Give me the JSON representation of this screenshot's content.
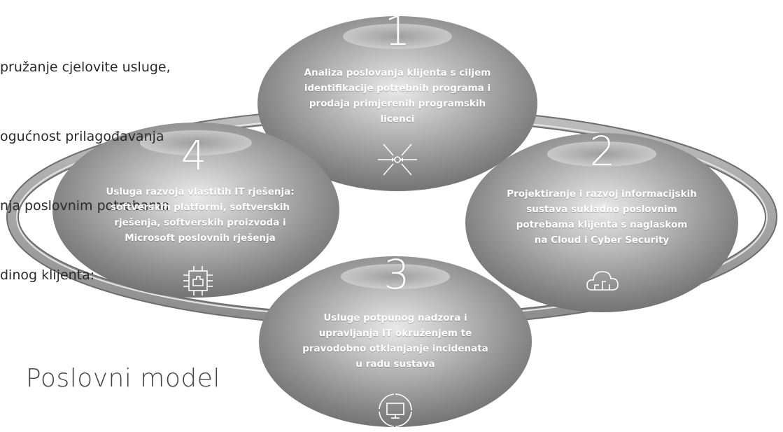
{
  "intro_text": [
    "pružanje cjelovite usluge,",
    "ogućnost prilagođavanja",
    "nja poslovnim potrebama",
    "dinog klijenta:"
  ],
  "caption": "Poslovni model",
  "steps": [
    {
      "number": "1",
      "lines": [
        "Analiza poslovanja klijenta s ciljem",
        "identifikacije potrebnih programa i",
        "prodaja primjerenih programskih",
        "licenci"
      ],
      "icon": "arrows-converge-icon"
    },
    {
      "number": "2",
      "lines": [
        "Projektiranje i razvoj informacijskih",
        "sustava sukladno poslovnim",
        "potrebama klijenta s naglaskom",
        "na Cloud i Cyber Security"
      ],
      "icon": "cloud-circuit-icon"
    },
    {
      "number": "3",
      "lines": [
        "Usluge potpunog nadzora i",
        "upravljanja IT okruženjem te",
        "pravodobno otklanjanje incidenata",
        "u radu sustava"
      ],
      "icon": "monitor-cycle-icon"
    },
    {
      "number": "4",
      "lines": [
        "Usluga razvoja vlastitih IT rješenja:",
        "softverskih platformi, softverskih",
        "rješenja, softverskih proizvoda i",
        "Microsoft poslovnih rješenja"
      ],
      "icon": "chip-hand-icon"
    }
  ]
}
